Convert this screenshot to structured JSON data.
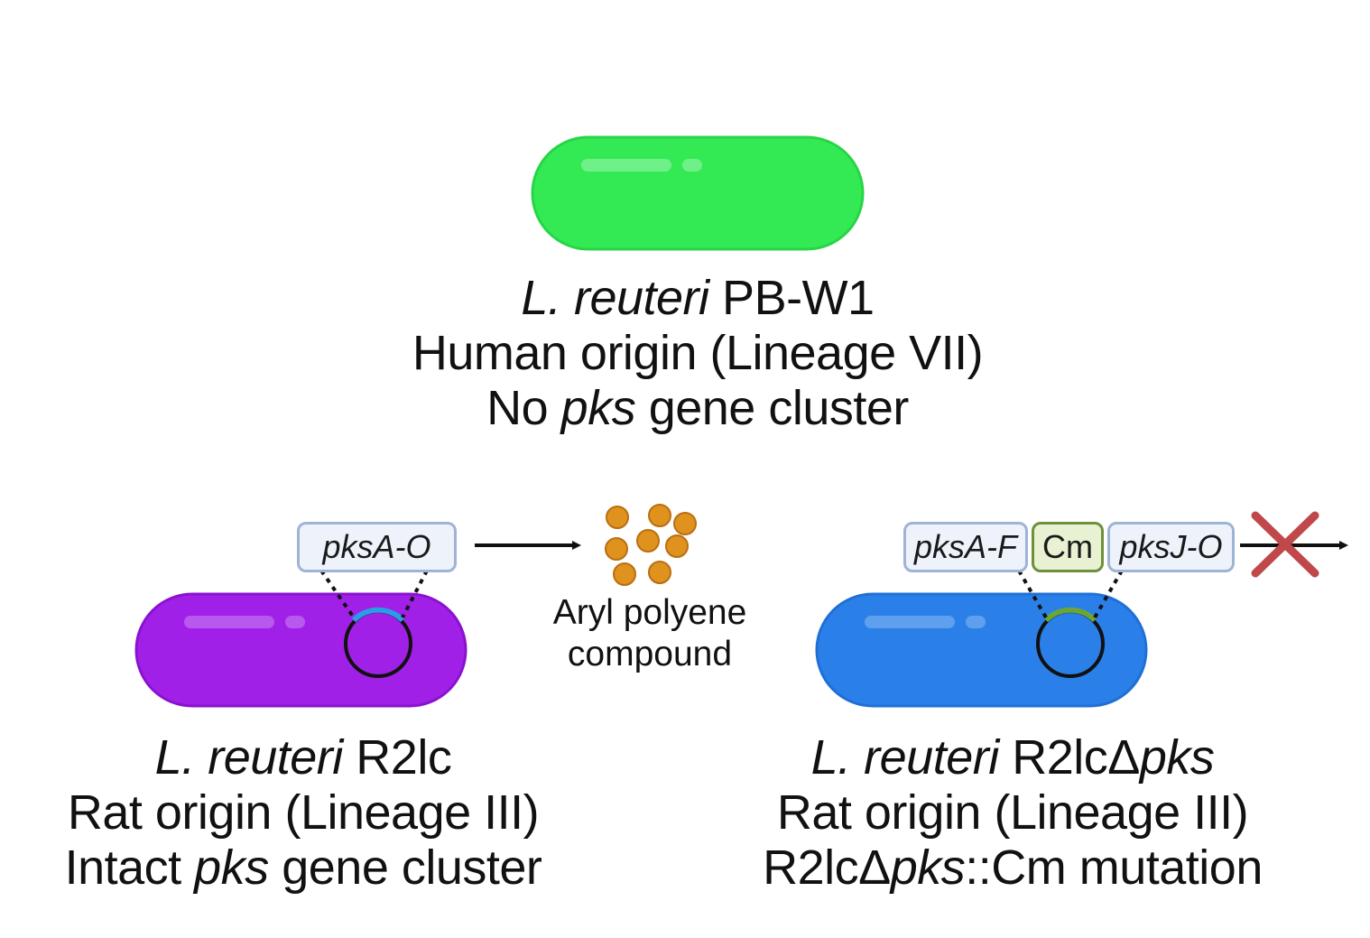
{
  "colors": {
    "human_strain": "#33ea55",
    "rat_strain": "#a020e8",
    "mutant_strain": "#2a80e8",
    "compound_dot": "#e0921e",
    "blocked_cross": "#c0474a",
    "arrow": "#111111"
  },
  "top": {
    "species": "L. reuteri",
    "strain": "PB-W1",
    "origin": "Human origin (Lineage VII)",
    "cluster_pre": "No ",
    "cluster_gene": "pks",
    "cluster_post": " gene cluster"
  },
  "left": {
    "gene_label": "pksA-O",
    "species": "L. reuteri",
    "strain": "R2lc",
    "origin": "Rat origin (Lineage III)",
    "cluster_pre": "Intact ",
    "cluster_gene": "pks",
    "cluster_post": " gene cluster"
  },
  "compound": {
    "label_line1": "Aryl polyene",
    "label_line2": "compound"
  },
  "right": {
    "gene_label_1": "pksA-F",
    "gene_label_cm": "Cm",
    "gene_label_2": "pksJ-O",
    "species": "L. reuteri",
    "strain_pre": "R2lcΔ",
    "strain_gene": "pks",
    "origin": "Rat origin (Lineage III)",
    "mutation_pre": "R2lcΔ",
    "mutation_gene": "pks",
    "mutation_post": "::Cm mutation"
  }
}
